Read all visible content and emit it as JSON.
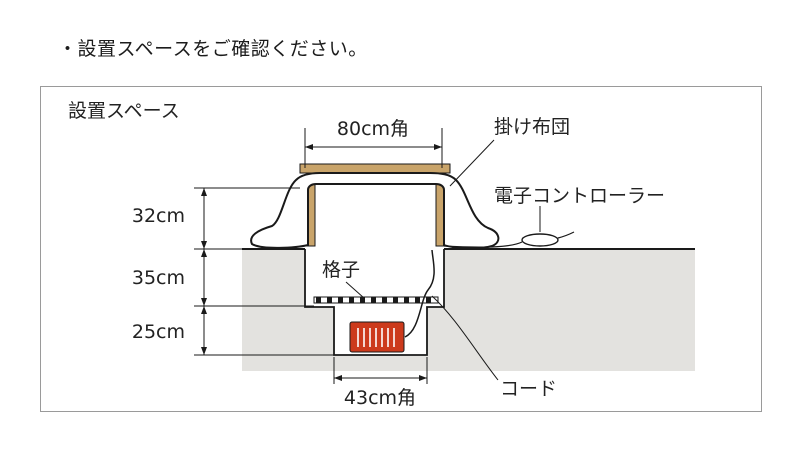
{
  "instruction": "・設置スペースをご確認ください。",
  "panel_title": "設置スペース",
  "dimensions": {
    "top_size": "80cm角",
    "bottom_size": "43cm角",
    "height_upper": "32cm",
    "height_middle": "35cm",
    "height_lower": "25cm"
  },
  "labels": {
    "futon": "掛け布団",
    "controller": "電子コントローラー",
    "grid": "格子",
    "cord": "コード"
  },
  "colors": {
    "floor": "#e3e2df",
    "wood": "#c9a46a",
    "heater": "#cc3a1c",
    "line": "#1a1a1a"
  }
}
